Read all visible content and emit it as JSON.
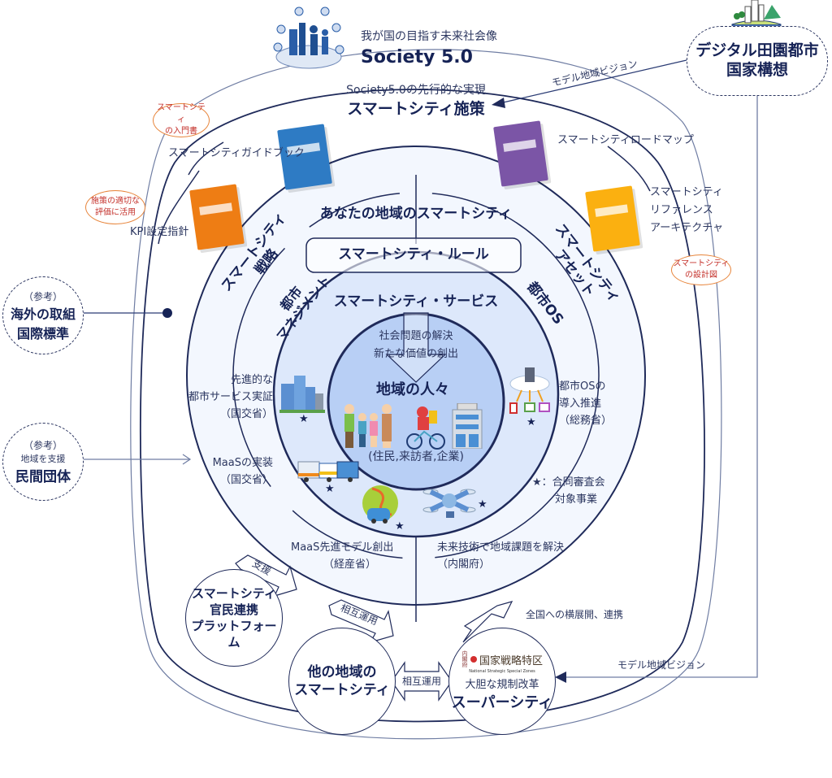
{
  "top": {
    "society_subtitle": "我が国の目指す未来社会像",
    "society_title": "Society 5.0",
    "policy_subtitle": "Society5.0の先行的な実現",
    "policy_title": "スマートシティ施策"
  },
  "digital_garden": {
    "title_line1": "デジタル田園都市",
    "title_line2": "国家構想",
    "link_top": "モデル地域ビジョン",
    "link_bottom": "モデル地域ビジョン"
  },
  "books": [
    {
      "label": "スマートシティガイドブック",
      "color": "#2e7bc4",
      "bubble": [
        "スマートシティ",
        "の入門書"
      ]
    },
    {
      "label": "KPI設定指針",
      "color": "#ee7d14",
      "bubble": [
        "施策の適切な",
        "評価に活用"
      ]
    },
    {
      "label": "スマートシティロードマップ",
      "color": "#7b55a6",
      "bubble": []
    },
    {
      "label_lines": [
        "スマートシティ",
        "リファレンス",
        "アーキテクチャ"
      ],
      "color": "#fbb010",
      "bubble": [
        "スマートシティ",
        "の設計図"
      ]
    }
  ],
  "side_refs": [
    {
      "note": "（参考）",
      "line1": "海外の取組",
      "line2": "国際標準"
    },
    {
      "note": "（参考）",
      "sub": "地域を支援",
      "line1": "民間団体"
    }
  ],
  "rings": {
    "outer_title": "あなたの地域のスマートシティ",
    "rule": "スマートシティ・ルール",
    "strategy": [
      "スマートシティ",
      "戦略"
    ],
    "asset": [
      "スマートシティ",
      "アセット"
    ],
    "management": [
      "都市",
      "マネジメント"
    ],
    "city_os": "都市OS",
    "service": "スマートシティ・サービス",
    "core_text": [
      "社会問題の解決",
      "新たな価値の創出"
    ],
    "core_title": "地域の人々",
    "core_sub": "(住民,来訪者,企業)"
  },
  "initiatives": [
    {
      "lines": [
        "先進的な",
        "都市サービス実証",
        "（国交省）"
      ],
      "starred": true
    },
    {
      "lines": [
        "MaaSの実装",
        "（国交省）"
      ],
      "starred": true
    },
    {
      "lines": [
        "MaaS先進モデル創出",
        "（経産省）"
      ],
      "starred": true
    },
    {
      "lines": [
        "未来技術で地域課題を解決",
        "（内閣府）"
      ],
      "starred": true
    },
    {
      "lines": [
        "都市OSの",
        "導入推進",
        "（総務省）"
      ],
      "starred": true
    }
  ],
  "legend": {
    "line1": "★：合同審査会",
    "line2": "対象事業"
  },
  "bottom": {
    "platform": [
      "スマートシティ",
      "官民連携",
      "プラットフォーム"
    ],
    "support_arrow": "支援",
    "mutual_arrow_top": "相互運用",
    "mutual_arrow_mid": "相互運用",
    "other_region": [
      "他の地域の",
      "スマートシティ"
    ],
    "super_city_logo": "国家戦略特区",
    "super_city_logo_en": "National Strategic Special Zones",
    "super_city_logo_side": "内閣府",
    "super_city_sub": "大胆な規制改革",
    "super_city_title": "スーパーシティ",
    "nationwide": "全国への横展開、連携"
  },
  "colors": {
    "navy": "#162356",
    "ring_outer_fill": "#f3f7fe",
    "ring_mid_fill": "#dde8fb",
    "ring_inner_fill": "#b8cff5",
    "bubble_border": "#e7843a",
    "bubble_text": "#c4312b"
  }
}
